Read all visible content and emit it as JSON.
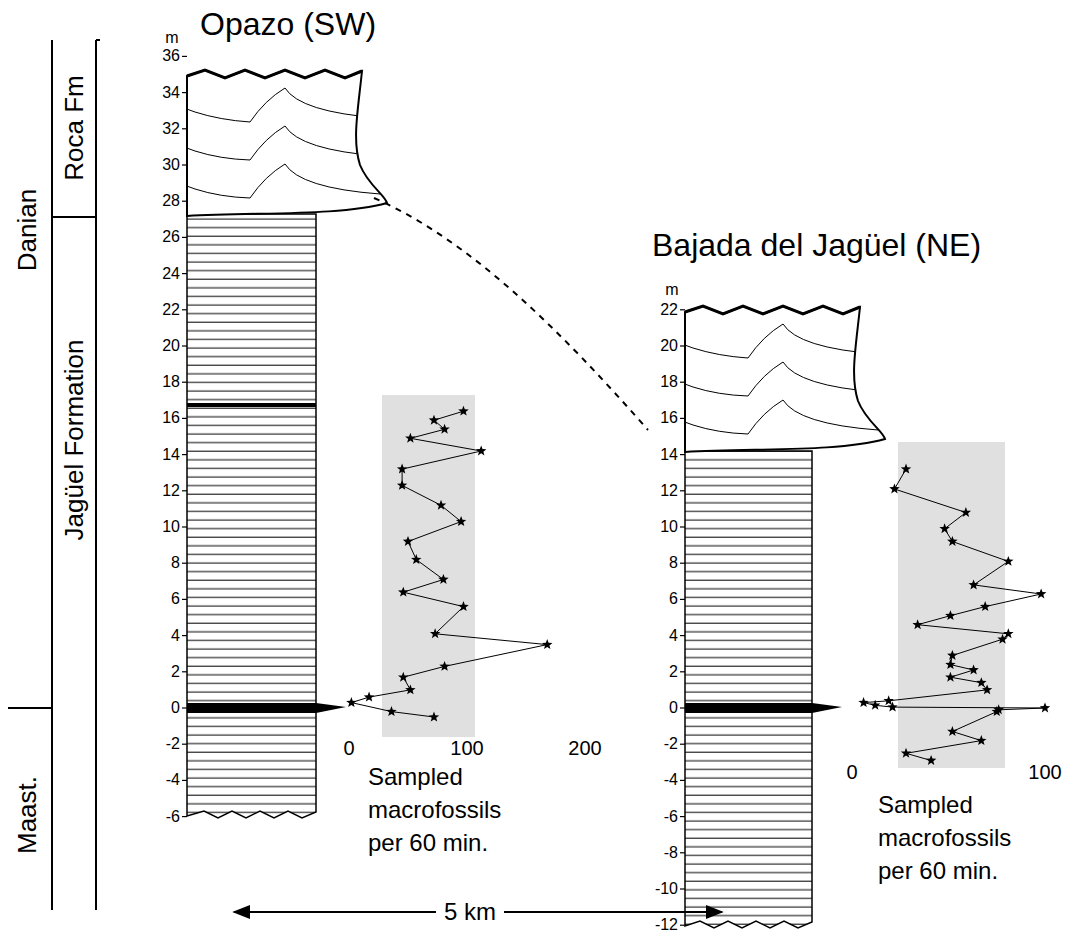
{
  "diagram": {
    "labels": [
      "Roca Fm",
      "Jagüel Formation",
      "Danian",
      "Maast.",
      "Opazo (SW)",
      "m",
      "36",
      "34",
      "32",
      "30",
      "28",
      "26",
      "24",
      "22",
      "20",
      "18",
      "16",
      "14",
      "12",
      "10",
      "8",
      "6",
      "4",
      "2",
      "0",
      "-2",
      "-4",
      "-6",
      "0",
      "100",
      "200",
      "Sampled macrofossils per 60 min.",
      "Bajada del Jagüel (NE)",
      "m",
      "22",
      "20",
      "18",
      "16",
      "14",
      "12",
      "10",
      "8",
      "6",
      "4",
      "2",
      "0",
      "-2",
      "-4",
      "-6",
      "-8",
      "-10",
      "-12",
      "0",
      "100",
      "Sampled macrofossils per 60 min.",
      "5 km"
    ]
  }
}
